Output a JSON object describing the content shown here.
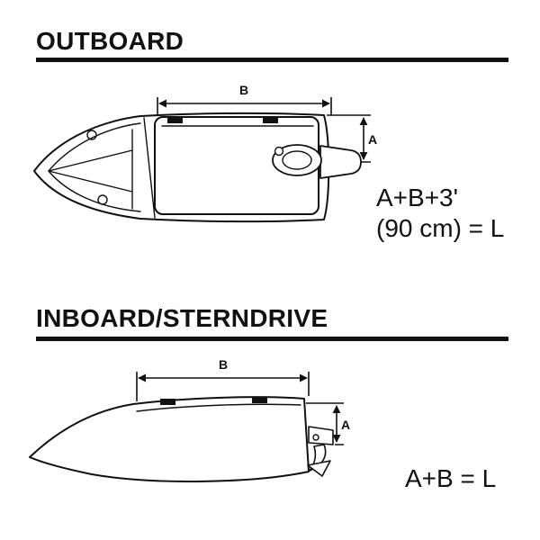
{
  "colors": {
    "ink": "#111111",
    "background": "#ffffff"
  },
  "outboard": {
    "title": "OUTBOARD",
    "dim_b_label": "B",
    "dim_a_label": "A",
    "formula_line1": "A+B+3'",
    "formula_line2": "(90 cm) = L"
  },
  "inboard": {
    "title": "INBOARD/STERNDRIVE",
    "dim_b_label": "B",
    "dim_a_label": "A",
    "formula": "A+B = L"
  }
}
